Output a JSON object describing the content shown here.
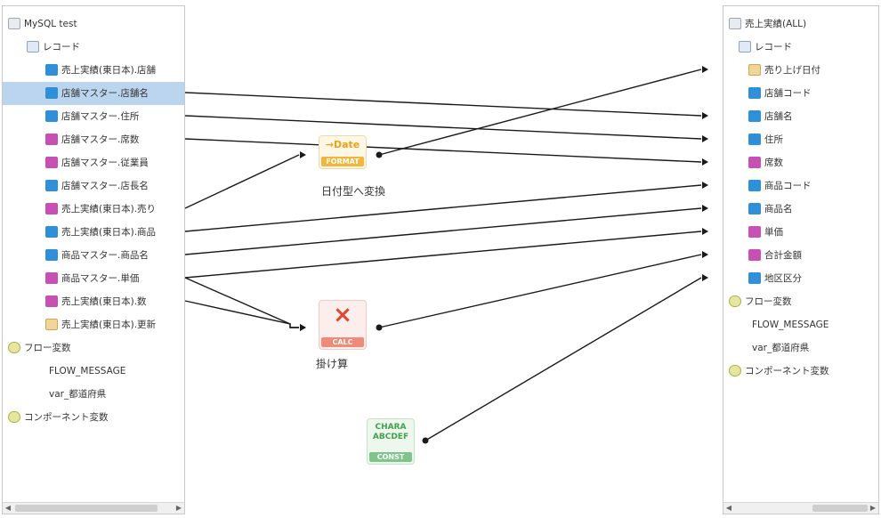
{
  "left_tree": [
    {
      "label": "MySQL test",
      "icon": "database-icon",
      "kind": "db",
      "indent": 0
    },
    {
      "label": "レコード",
      "icon": "record-icon",
      "kind": "rec",
      "indent": 1
    },
    {
      "label": "売上実績(東日本).店舗",
      "icon": "string-field-icon",
      "kind": "str",
      "indent": 2
    },
    {
      "label": "店舗マスター.店舗名",
      "icon": "string-field-icon",
      "kind": "str",
      "indent": 2,
      "selected": true
    },
    {
      "label": "店舗マスター.住所",
      "icon": "string-field-icon",
      "kind": "str",
      "indent": 2
    },
    {
      "label": "店舗マスター.席数",
      "icon": "number-field-icon",
      "kind": "num",
      "indent": 2
    },
    {
      "label": "店舗マスター.従業員",
      "icon": "number-field-icon",
      "kind": "num",
      "indent": 2
    },
    {
      "label": "店舗マスター.店長名",
      "icon": "string-field-icon",
      "kind": "str",
      "indent": 2
    },
    {
      "label": "売上実績(東日本).売り",
      "icon": "number-field-icon",
      "kind": "num",
      "indent": 2
    },
    {
      "label": "売上実績(東日本).商品",
      "icon": "string-field-icon",
      "kind": "str",
      "indent": 2
    },
    {
      "label": "商品マスター.商品名",
      "icon": "string-field-icon",
      "kind": "str",
      "indent": 2
    },
    {
      "label": "商品マスター.単価",
      "icon": "number-field-icon",
      "kind": "num",
      "indent": 2
    },
    {
      "label": "売上実績(東日本).数",
      "icon": "number-field-icon",
      "kind": "num",
      "indent": 2
    },
    {
      "label": "売上実績(東日本).更新",
      "icon": "date-field-icon",
      "kind": "date",
      "indent": 2
    },
    {
      "label": "フロー変数",
      "icon": "variable-icon",
      "kind": "var",
      "indent": 0
    },
    {
      "label": "FLOW_MESSAGE",
      "icon": "",
      "kind": "none",
      "indent": 2
    },
    {
      "label": "var_都道府県",
      "icon": "",
      "kind": "none",
      "indent": 2
    },
    {
      "label": "コンポーネント変数",
      "icon": "variable-icon",
      "kind": "var",
      "indent": 0
    }
  ],
  "right_tree": [
    {
      "label": "売上実績(ALL)",
      "icon": "database-icon",
      "kind": "db",
      "indent": 0
    },
    {
      "label": "レコード",
      "icon": "record-icon",
      "kind": "rec",
      "indent": 1
    },
    {
      "label": "売り上げ日付",
      "icon": "date-field-icon",
      "kind": "date",
      "indent": 2
    },
    {
      "label": "店舗コード",
      "icon": "string-field-icon",
      "kind": "str",
      "indent": 2
    },
    {
      "label": "店舗名",
      "icon": "string-field-icon",
      "kind": "str",
      "indent": 2
    },
    {
      "label": "住所",
      "icon": "string-field-icon",
      "kind": "str",
      "indent": 2
    },
    {
      "label": "席数",
      "icon": "number-field-icon",
      "kind": "num",
      "indent": 2
    },
    {
      "label": "商品コード",
      "icon": "string-field-icon",
      "kind": "str",
      "indent": 2
    },
    {
      "label": "商品名",
      "icon": "string-field-icon",
      "kind": "str",
      "indent": 2
    },
    {
      "label": "単価",
      "icon": "number-field-icon",
      "kind": "num",
      "indent": 2
    },
    {
      "label": "合計金額",
      "icon": "number-field-icon",
      "kind": "num",
      "indent": 2
    },
    {
      "label": "地区区分",
      "icon": "string-field-icon",
      "kind": "str",
      "indent": 2
    },
    {
      "label": "フロー変数",
      "icon": "variable-icon",
      "kind": "var",
      "indent": 0
    },
    {
      "label": "FLOW_MESSAGE",
      "icon": "",
      "kind": "none",
      "indent": 2
    },
    {
      "label": "var_都道府県",
      "icon": "",
      "kind": "none",
      "indent": 2
    },
    {
      "label": "コンポーネント変数",
      "icon": "variable-icon",
      "kind": "var",
      "indent": 0
    }
  ],
  "nodes": {
    "date": {
      "icon_text": "→Date",
      "badge": "FORMAT",
      "caption": "日付型へ変換"
    },
    "calc": {
      "icon_text": "×",
      "badge": "CALC",
      "caption": "掛け算"
    },
    "const": {
      "icon_line1": "CHARA",
      "icon_line2": "ABCDEF",
      "badge": "CONST"
    }
  },
  "mappings": [
    {
      "from": "left.3",
      "to": "right.4"
    },
    {
      "from": "left.4",
      "to": "right.5"
    },
    {
      "from": "left.5",
      "to": "right.6"
    },
    {
      "from": "left.8",
      "to": "node.date"
    },
    {
      "from": "node.date",
      "to": "right.2"
    },
    {
      "from": "left.9",
      "to": "right.7"
    },
    {
      "from": "left.10",
      "to": "right.8"
    },
    {
      "from": "left.11",
      "to": "right.9"
    },
    {
      "from": "left.11",
      "to": "node.calc"
    },
    {
      "from": "left.12",
      "to": "node.calc"
    },
    {
      "from": "node.calc",
      "to": "right.10"
    },
    {
      "from": "node.const",
      "to": "right.11"
    }
  ],
  "colors": {
    "line": "#1a1a1a",
    "selected_row": "#bcd5ee"
  }
}
